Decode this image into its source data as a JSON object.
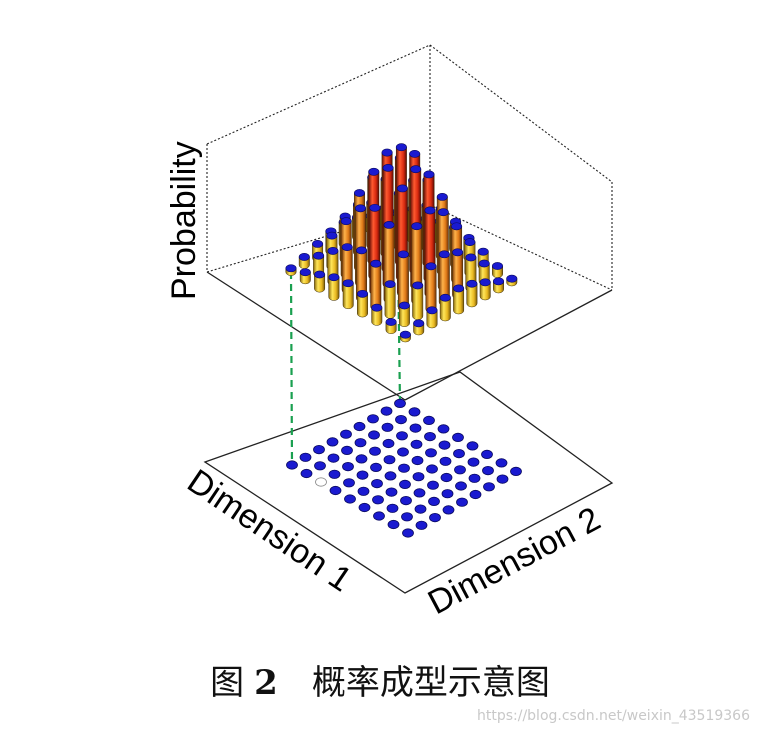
{
  "axes": {
    "z_label": "Probability",
    "x_label": "Dimension 1",
    "y_label": "Dimension 2"
  },
  "grid": {
    "rows": 9,
    "cols": 9
  },
  "colors": {
    "dot": "#1a1ad0",
    "dot_edge": "#0a0a60",
    "bar_low": "#f2d02a",
    "bar_mid": "#e88a1a",
    "bar_high": "#d8321a",
    "guide": "#1aa050"
  },
  "caption": {
    "prefix": "图",
    "number": "2",
    "title": "概率成型示意图"
  },
  "watermark": "https://blog.csdn.net/weixin_43519366"
}
